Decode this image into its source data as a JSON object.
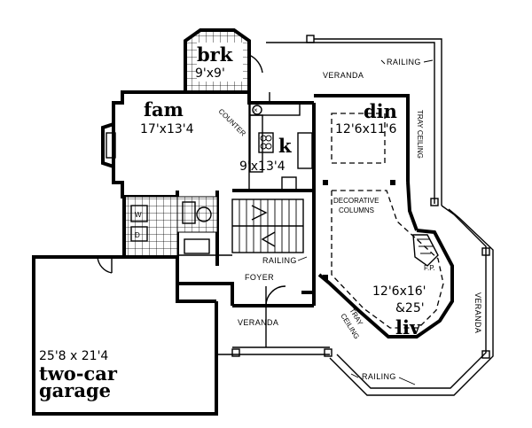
{
  "rooms": {
    "breakfast": {
      "name": "brk",
      "dims": "9'x9'"
    },
    "family": {
      "name": "fam",
      "dims": "17'x13'4"
    },
    "kitchen": {
      "name": "k",
      "dims": "9'x13'4"
    },
    "dining": {
      "name": "din",
      "dims": "12'6x11'6"
    },
    "living": {
      "name": "liv",
      "dims_line1": "12'6x16'",
      "dims_line2": "&25'"
    },
    "garage": {
      "dims": "25'8 x 21'4",
      "name_line1": "two-car",
      "name_line2": "garage"
    }
  },
  "labels": {
    "veranda_top": "VERANDA",
    "veranda_bottom": "VERANDA",
    "veranda_right": "VERANDA",
    "railing_top": "RAILING",
    "railing_bottom": "RAILING",
    "railing_stair": "RAILING",
    "counter": "COUNTER",
    "tray_ceiling_din": "TRAY CEILING",
    "tray_ceiling_liv_1": "TRAY",
    "tray_ceiling_liv_2": "CEILING",
    "decorative_columns_1": "DECORATIVE",
    "decorative_columns_2": "COLUMNS",
    "foyer": "FOYER",
    "fireplace": "F.P.",
    "washer": "W",
    "dryer": "D"
  }
}
